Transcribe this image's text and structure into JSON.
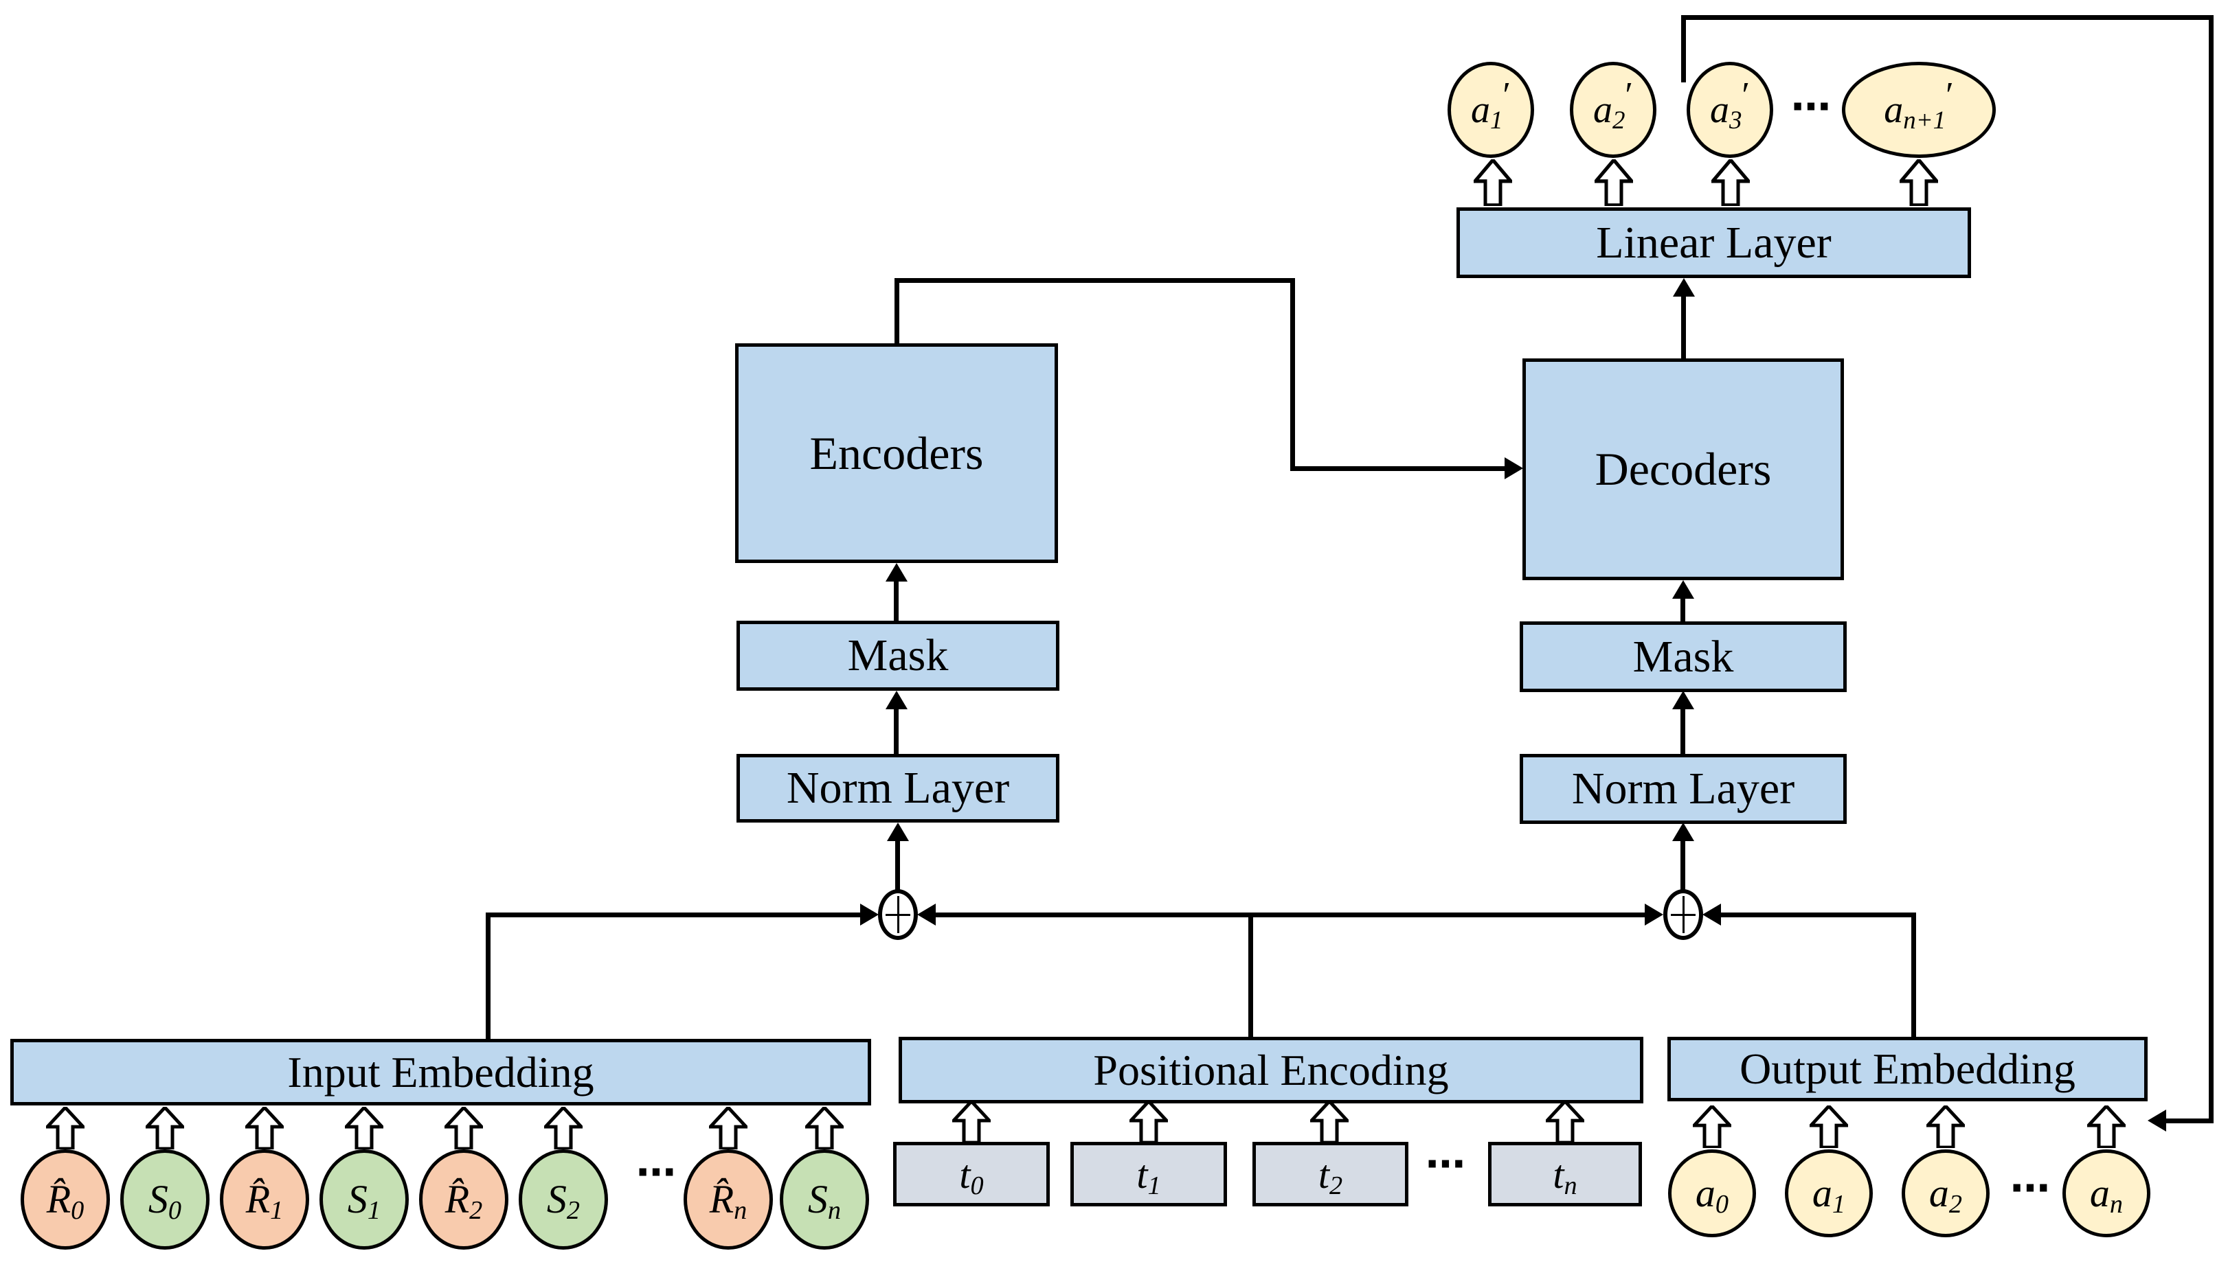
{
  "blocks": {
    "encoders": "Encoders",
    "decoders": "Decoders",
    "mask_left": "Mask",
    "mask_right": "Mask",
    "norm_left": "Norm Layer",
    "norm_right": "Norm Layer",
    "linear": "Linear Layer",
    "input_embedding": "Input Embedding",
    "positional_encoding": "Positional Encoding",
    "output_embedding": "Output Embedding"
  },
  "outputs_top": [
    {
      "base": "a",
      "sub": "1",
      "prime": "′"
    },
    {
      "base": "a",
      "sub": "2",
      "prime": "′"
    },
    {
      "base": "a",
      "sub": "3",
      "prime": "′"
    },
    {
      "base": "a",
      "sub": "n+1",
      "prime": "′"
    }
  ],
  "inputs": [
    {
      "base": "R̂",
      "sub": "0"
    },
    {
      "base": "S",
      "sub": "0"
    },
    {
      "base": "R̂",
      "sub": "1"
    },
    {
      "base": "S",
      "sub": "1"
    },
    {
      "base": "R̂",
      "sub": "2"
    },
    {
      "base": "S",
      "sub": "2"
    },
    {
      "base": "R̂",
      "sub": "n"
    },
    {
      "base": "S",
      "sub": "n"
    }
  ],
  "time_tokens": [
    {
      "base": "t",
      "sub": "0"
    },
    {
      "base": "t",
      "sub": "1"
    },
    {
      "base": "t",
      "sub": "2"
    },
    {
      "base": "t",
      "sub": "n"
    }
  ],
  "output_tokens": [
    {
      "base": "a",
      "sub": "0"
    },
    {
      "base": "a",
      "sub": "1"
    },
    {
      "base": "a",
      "sub": "2"
    },
    {
      "base": "a",
      "sub": "n"
    }
  ],
  "ellipsis": "⋯",
  "colors": {
    "block_blue": "#bdd7ee",
    "token_gray": "#d6dce5",
    "circle_yellow": "#fff2cc",
    "circle_orange": "#f8cbad",
    "circle_green": "#c6e0b4",
    "line": "#000000"
  }
}
